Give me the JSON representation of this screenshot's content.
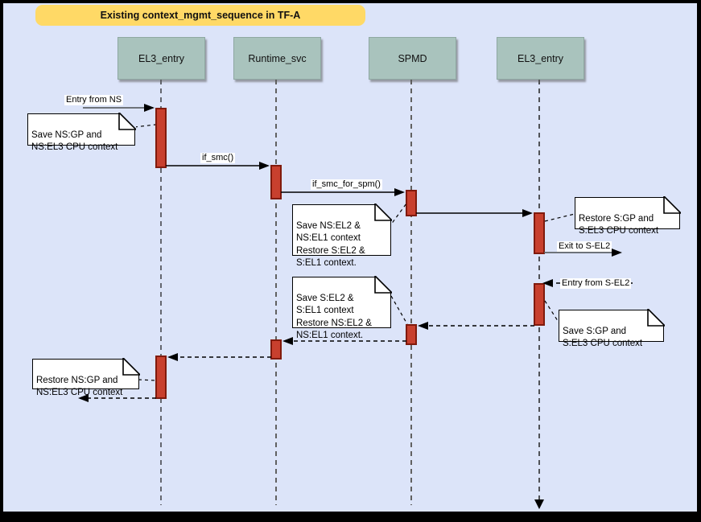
{
  "diagram": {
    "title": "Existing context_mgmt_sequence in TF-A"
  },
  "lifelines": [
    {
      "label": "EL3_entry"
    },
    {
      "label": "Runtime_svc"
    },
    {
      "label": "SPMD"
    },
    {
      "label": "EL3_entry"
    }
  ],
  "messages": [
    {
      "label": "Entry from NS",
      "from": "NS",
      "to": "EL3_entry",
      "style": "solid"
    },
    {
      "label": "if_smc()",
      "from": "EL3_entry",
      "to": "Runtime_svc",
      "style": "solid"
    },
    {
      "label": "if_smc_for_spm()",
      "from": "Runtime_svc",
      "to": "SPMD",
      "style": "solid"
    },
    {
      "label": "",
      "from": "SPMD",
      "to": "EL3_entry",
      "style": "solid"
    },
    {
      "label": "Exit to S-EL2",
      "from": "EL3_entry",
      "to": "S-EL2",
      "style": "solid"
    },
    {
      "label": "Entry from S-EL2",
      "from": "S-EL2",
      "to": "EL3_entry",
      "style": "dashed"
    },
    {
      "label": "",
      "from": "EL3_entry",
      "to": "SPMD",
      "style": "dashed"
    },
    {
      "label": "",
      "from": "SPMD",
      "to": "Runtime_svc",
      "style": "dashed"
    },
    {
      "label": "",
      "from": "Runtime_svc",
      "to": "EL3_entry",
      "style": "dashed"
    },
    {
      "label": "",
      "from": "EL3_entry",
      "to": "NS",
      "style": "dashed"
    }
  ],
  "notes": [
    {
      "text": "Save NS:GP and\nNS:EL3 CPU context"
    },
    {
      "text": "Save NS:EL2 &\nNS:EL1 context\nRestore S:EL2 &\nS:EL1 context."
    },
    {
      "text": "Restore S:GP and\nS:EL3 CPU context"
    },
    {
      "text": "Save S:GP and\nS:EL3 CPU context"
    },
    {
      "text": "Save S:EL2 &\nS:EL1 context\nRestore NS:EL2 &\nNS:EL1 context."
    },
    {
      "text": "Restore NS:GP and\nNS:EL3 CPU context"
    }
  ],
  "colors": {
    "background": "#dce4f9",
    "frame": "#000000",
    "title_fill": "#ffd966",
    "lifeline_fill": "#a9c3bd",
    "activation_fill": "#c8402e",
    "activation_border": "#801a0c",
    "note_fill": "#ffffff"
  }
}
